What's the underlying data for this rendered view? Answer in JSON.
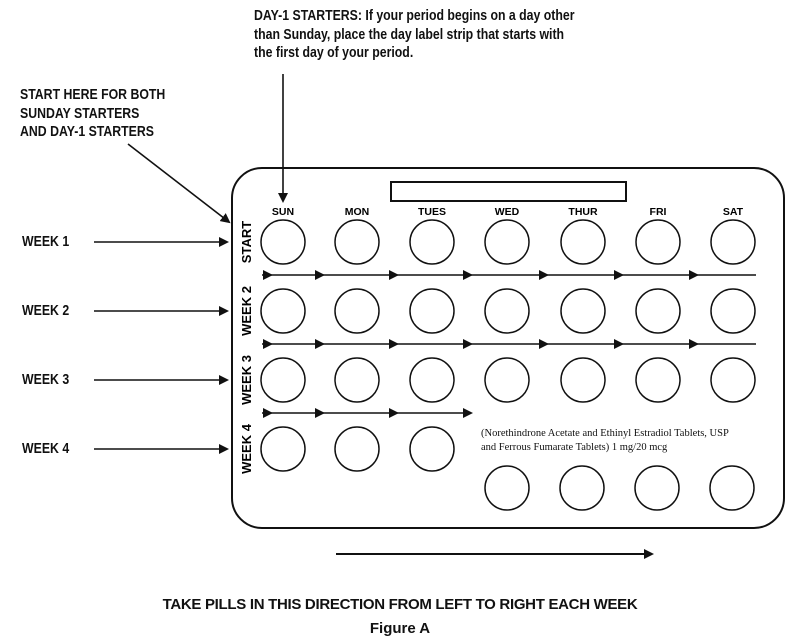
{
  "notes": {
    "day1_line1": "DAY-1 STARTERS: If your period begins on a day other",
    "day1_line2": "than Sunday, place the day label strip that starts with",
    "day1_line3": "the first day of your period.",
    "start_line1": "START HERE FOR BOTH",
    "start_line2": "SUNDAY STARTERS",
    "start_line3": "AND DAY-1 STARTERS"
  },
  "weeks": [
    "WEEK 1",
    "WEEK 2",
    "WEEK 3",
    "WEEK 4"
  ],
  "row_labels": [
    "START",
    "WEEK 2",
    "WEEK 3",
    "WEEK 4"
  ],
  "days": [
    "SUN",
    "MON",
    "TUES",
    "WED",
    "THUR",
    "FRI",
    "SAT"
  ],
  "package": {
    "line1": "(Norethindrone Acetate and Ethinyl Estradiol Tablets, USP",
    "line2": "and Ferrous Fumarate Tablets) 1 mg/20 mcg",
    "active_pills_per_week": 7,
    "week4_active_pills": 3,
    "week4_reminder_pills": 4
  },
  "footer": {
    "instruction": "TAKE PILLS IN THIS DIRECTION FROM LEFT TO RIGHT EACH WEEK",
    "figure": "Figure A"
  }
}
